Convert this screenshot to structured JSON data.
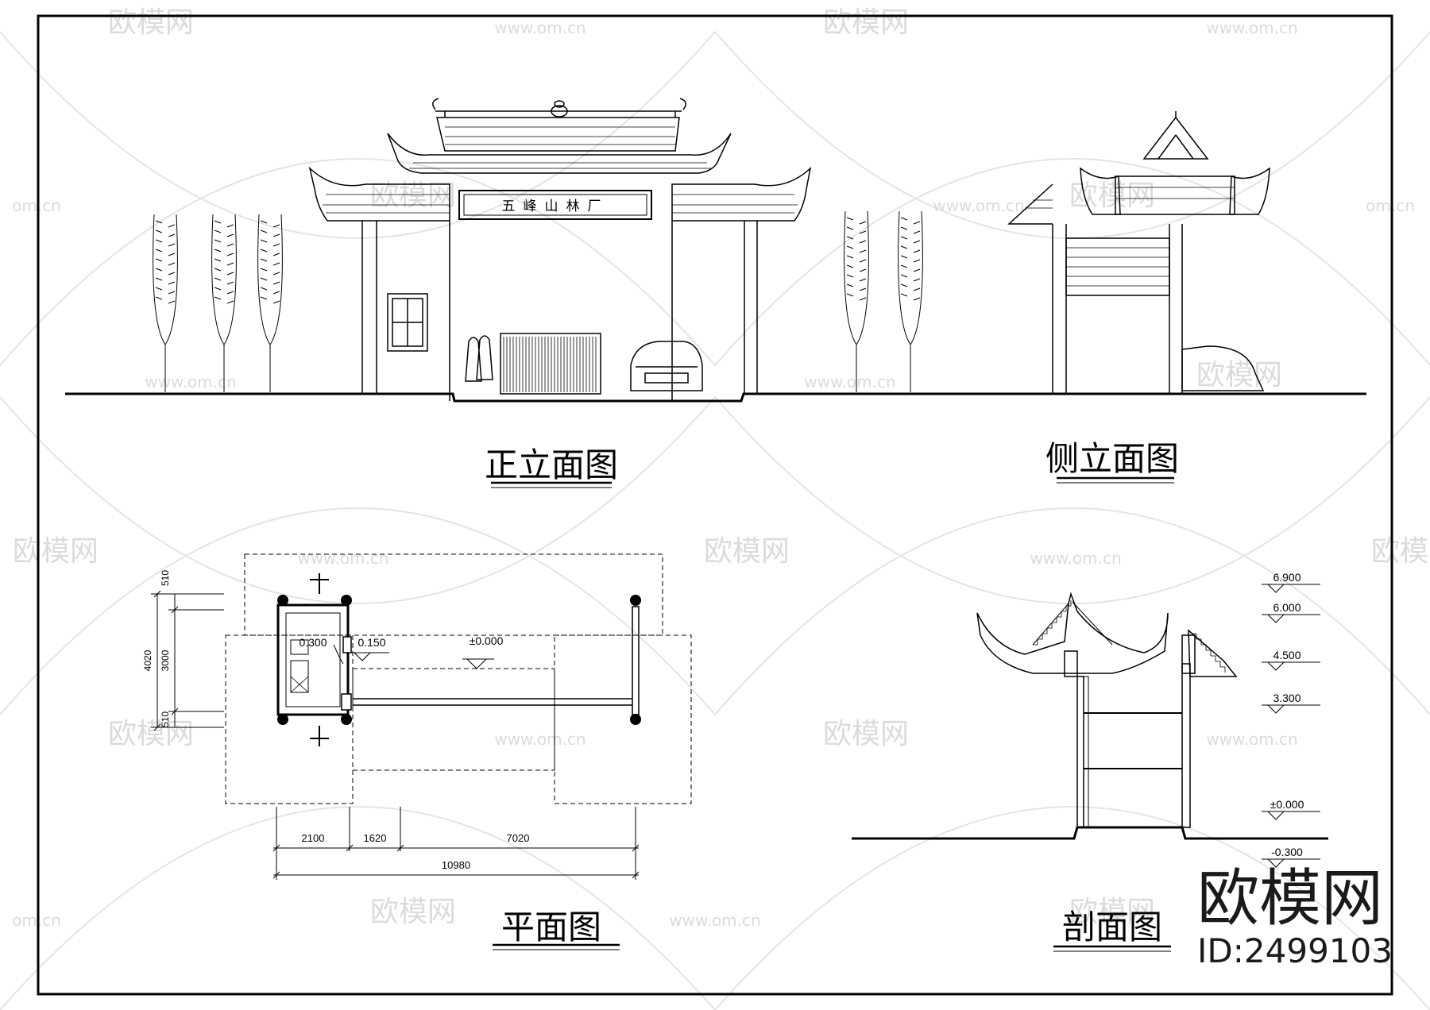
{
  "views": {
    "front_elevation": {
      "title": "正立面图",
      "sign_text": "五峰山林厂"
    },
    "side_elevation": {
      "title": "侧立面图"
    },
    "plan": {
      "title": "平面图",
      "level_main": "±0.000",
      "level_room": "0.300",
      "level_door": "0.150",
      "dim_vertical": [
        "510",
        "3000",
        "510",
        "4020"
      ],
      "dim_horizontal": [
        "2100",
        "1620",
        "7020",
        "10980"
      ]
    },
    "section": {
      "title": "剖面图",
      "levels": [
        "6.900",
        "6.000",
        "4.500",
        "3.300",
        "±0.000",
        "-0.300"
      ]
    }
  },
  "watermark": {
    "logo_text": "欧模网",
    "url_text": "www.om.cn",
    "url_partial": "om.cn"
  },
  "brand": {
    "logo": "欧模网",
    "id_text": "ID:2499103"
  }
}
